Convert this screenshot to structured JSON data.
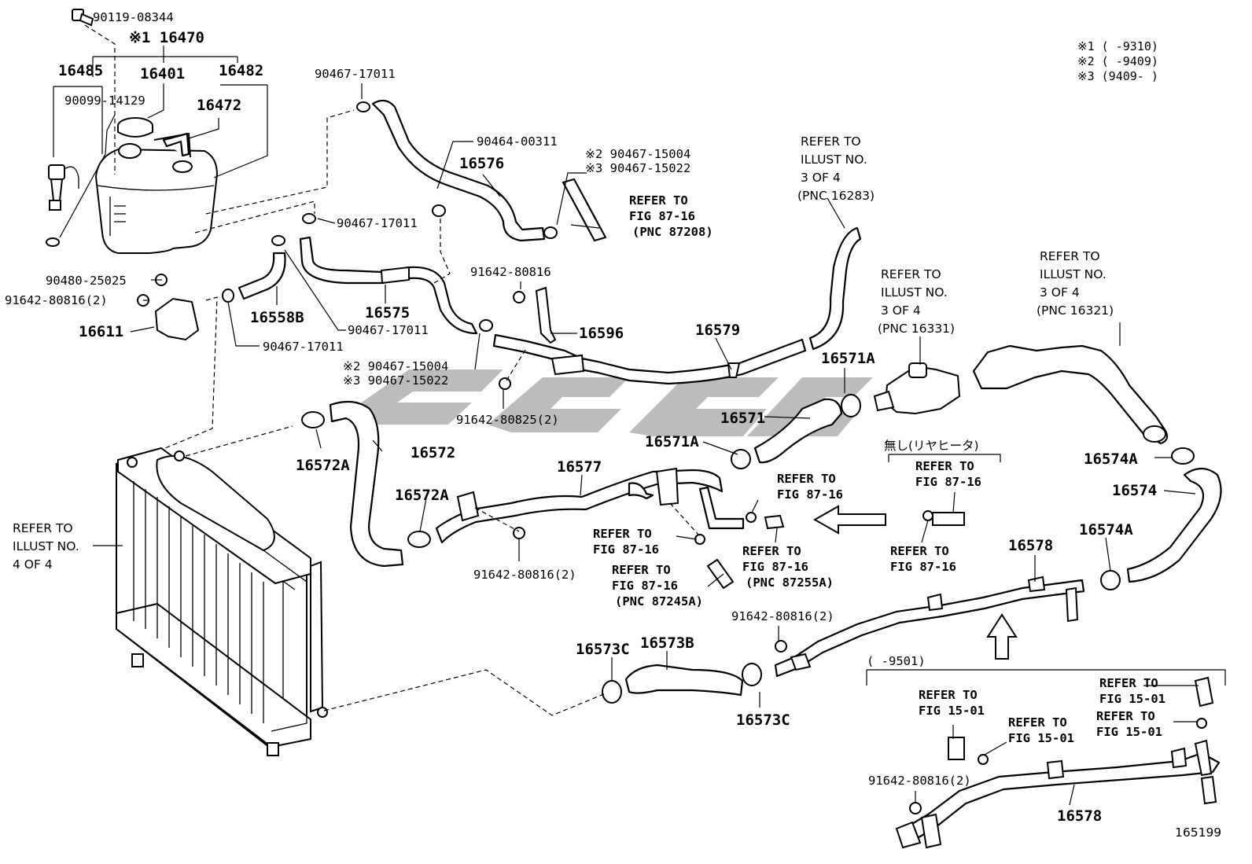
{
  "labels": {
    "p90119": "90119-08344",
    "p16470": "※1 16470",
    "p16485": "16485",
    "p16401": "16401",
    "p16482": "16482",
    "p90099": "90099-14129",
    "p16472": "16472",
    "p90467a": "90467-17011",
    "p90464": "90464-00311",
    "p16576": "16576",
    "p90467_15004_top": "※2 90467-15004",
    "p90467_15022_top": "※3 90467-15022",
    "p90467b": "90467-17011",
    "p90480": "90480-25025",
    "p91642a": "91642-80816(2)",
    "p16611": "16611",
    "p16558B": "16558B",
    "p16575": "16575",
    "p90467c": "90467-17011",
    "p90467d": "90467-17011",
    "p91642b": "91642-80816",
    "p16596": "16596",
    "p16579": "16579",
    "p90467_15004_mid": "※2 90467-15004",
    "p90467_15022_mid": "※3 90467-15022",
    "p91642_80825": "91642-80825(2)",
    "p16571A_top": "16571A",
    "p16571": "16571",
    "p16571A_mid": "16571A",
    "p16572A_top": "16572A",
    "p16572": "16572",
    "p16577": "16577",
    "p16572A_low": "16572A",
    "p91642c": "91642-80816(2)",
    "p16574A_top": "16574A",
    "p16574": "16574",
    "p16574A_low": "16574A",
    "p16578_top": "16578",
    "p91642d": "91642-80816(2)",
    "p16573C_left": "16573C",
    "p16573B": "16573B",
    "p16573C_right": "16573C",
    "p91642e": "91642-80816(2)",
    "p16578_low": "16578",
    "range9501": "(      -9501)",
    "nashi": "無し(リヤヒータ)",
    "diagram_id": "165199"
  },
  "notes": {
    "n1": "※1 (      -9310)",
    "n2": "※2 (      -9409)",
    "n3": "※3 (9409-      )"
  },
  "refs": {
    "r_fig87_16_top": [
      "REFER TO",
      "FIG 87-16",
      "(PNC 87208)"
    ],
    "r_illust_16283": [
      "REFER TO",
      "ILLUST NO.",
      "3 OF 4",
      "(PNC 16283)"
    ],
    "r_illust_16331": [
      "REFER TO",
      "ILLUST NO.",
      "3 OF 4",
      "(PNC 16331)"
    ],
    "r_illust_16321": [
      "REFER TO",
      "ILLUST NO.",
      "3 OF 4",
      "(PNC 16321)"
    ],
    "r_illust_4of4": [
      "REFER TO",
      "ILLUST NO.",
      "4 OF 4"
    ],
    "r_fig87_16_a": [
      "REFER TO",
      "FIG 87-16"
    ],
    "r_fig87_16_b": [
      "REFER TO",
      "FIG 87-16"
    ],
    "r_fig87_16_c": [
      "REFER TO",
      "FIG 87-16"
    ],
    "r_fig87_16_d": [
      "REFER TO",
      "FIG 87-16",
      "(PNC 87245A)"
    ],
    "r_fig87_16_e": [
      "REFER TO",
      "FIG 87-16",
      "(PNC 87255A)"
    ],
    "r_fig87_16_f": [
      "REFER TO",
      "FIG 87-16"
    ],
    "r_fig15_01_a": [
      "REFER TO",
      "FIG 15-01"
    ],
    "r_fig15_01_b": [
      "REFER TO",
      "FIG 15-01"
    ],
    "r_fig15_01_c": [
      "REFER TO",
      "FIG 15-01"
    ],
    "r_fig15_01_d": [
      "REFER TO",
      "FIG 15-01"
    ]
  }
}
